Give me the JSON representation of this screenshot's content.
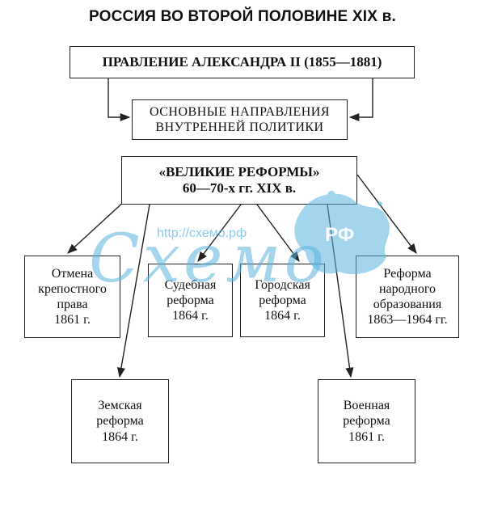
{
  "title": "РОССИЯ ВО ВТОРОЙ ПОЛОВИНЕ XIX в.",
  "reign": "ПРАВЛЕНИЕ АЛЕКСАНДРА II (1855—1881)",
  "directions": {
    "line1": "ОСНОВНЫЕ НАПРАВЛЕНИЯ",
    "line2": "ВНУТРЕННЕЙ ПОЛИТИКИ"
  },
  "great_reforms": {
    "line1": "«ВЕЛИКИЕ РЕФОРМЫ»",
    "line2": "60—70-х гг. XIX в."
  },
  "reforms": {
    "serfdom": {
      "line1": "Отмена",
      "line2": "крепостного",
      "line3": "права",
      "year": "1861 г."
    },
    "judicial": {
      "line1": "Судебная",
      "line2": "реформа",
      "year": "1864 г."
    },
    "city": {
      "line1": "Городская",
      "line2": "реформа",
      "year": "1864 г."
    },
    "education": {
      "line1": "Реформа",
      "line2": "народного",
      "line3": "образования",
      "year": "1863—1964 гг."
    },
    "zemstvo": {
      "line1": "Земская",
      "line2": "реформа",
      "year": "1864 г."
    },
    "military": {
      "line1": "Военная",
      "line2": "реформа",
      "year": "1861 г."
    }
  },
  "watermark": {
    "url": "http://схемо.рф",
    "brand": "Схемо",
    "badge": "РФ",
    "color": "#5ab4e0"
  }
}
